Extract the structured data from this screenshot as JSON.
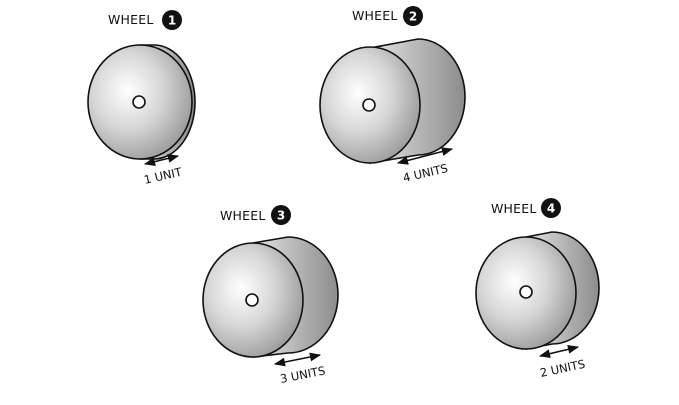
{
  "wheels": [
    {
      "label": "WHEEL",
      "number": "1",
      "width_text": "1 UNIT"
    },
    {
      "label": "WHEEL",
      "number": "2",
      "width_text": "4 UNITS"
    },
    {
      "label": "WHEEL",
      "number": "3",
      "width_text": "3 UNITS"
    },
    {
      "label": "WHEEL",
      "number": "4",
      "width_text": "2 UNITS"
    }
  ],
  "colors": {
    "outline": "#111111",
    "badge": "#111111",
    "face_light": "#ffffff",
    "face_dark": "#8f8f8f"
  }
}
